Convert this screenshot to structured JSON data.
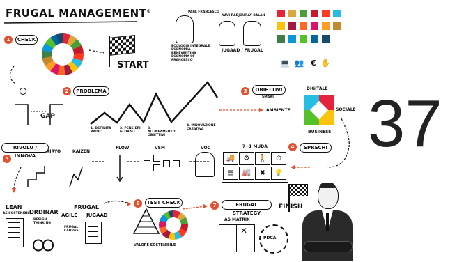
{
  "title": "FRUGAL MANAGEMENT",
  "trademark": "®",
  "page_number": "37",
  "steps": {
    "n1": "1",
    "n2": "2",
    "n3": "3",
    "n4": "4",
    "n5": "5",
    "n6": "6",
    "n7": "7"
  },
  "labels": {
    "check": "CHECK",
    "start": "START",
    "gap": "GAP",
    "problema": "PROBLEMA",
    "obiettivi": "OBIETTIVI",
    "obiettivi_sub": "SMART",
    "ambiente": "AMBIENTE",
    "digitale": "DIGITALE",
    "sociale": "SOCIALE",
    "business": "BUSINESS",
    "sprechi": "SPRECHI",
    "rivoluzioni": "RIVOLU / INNOVA",
    "kairyo": "KAIRYO",
    "kaizen": "KAIZEN",
    "flow": "FLOW",
    "vsm": "VSM",
    "voc": "VOC",
    "muda": "7+1 MUDA",
    "lean": "LEAN",
    "lean_sub": "AS SOSTENIBILE",
    "ordinar": "ORDINAR",
    "design_thinking": "DESIGN THINKING",
    "frugal": "FRUGAL",
    "agile": "AGILE",
    "jugaad": "JUGAAD",
    "frugal_canvas": "FRUGAL CANVAS",
    "test_check": "TEST CHECK",
    "frugal_strategy": "FRUGAL STRATEGY",
    "finish": "FINISH",
    "valore": "VALORE SOSTENIBILE",
    "as_matrix": "AS MATRIX",
    "pdca": "PDCA",
    "jugaad_frugal": "JUGAAD / FRUGAL",
    "ecologia": "ECOLOGIA INTEGRALE ECONOMIA BENEVENTINA ECONOMY OF FRANCESCO",
    "person1": "PAPA FRANCESCO",
    "person2": "NAVI RADJOU",
    "person3": "RAY BALAN",
    "mountain1": "1. DEFINITA RADICI",
    "mountain2": "2. PENSIERI GLOBALI",
    "mountain3": "3. ALLINEAMENTO OBIETTIVI",
    "mountain4": "4. INNOVAZIONE CREATIVA"
  },
  "colors": {
    "accent_red": "#e2502e",
    "ink": "#111111",
    "sdg": [
      "#e5243b",
      "#dda63a",
      "#4c9f38",
      "#c5192d",
      "#ff3a21",
      "#26bde2",
      "#fcc30b",
      "#a21942",
      "#fd6925",
      "#dd1367",
      "#fd9d24",
      "#bf8b2e",
      "#3f7e44",
      "#0a97d9",
      "#56c02b",
      "#00689d",
      "#19486a"
    ]
  },
  "icons": {
    "check": "wheel-icon",
    "start": "checkered-flag-icon",
    "finish": "checkered-flag-icon",
    "pdca": "cycle-icon",
    "euro": "euro-icon"
  }
}
